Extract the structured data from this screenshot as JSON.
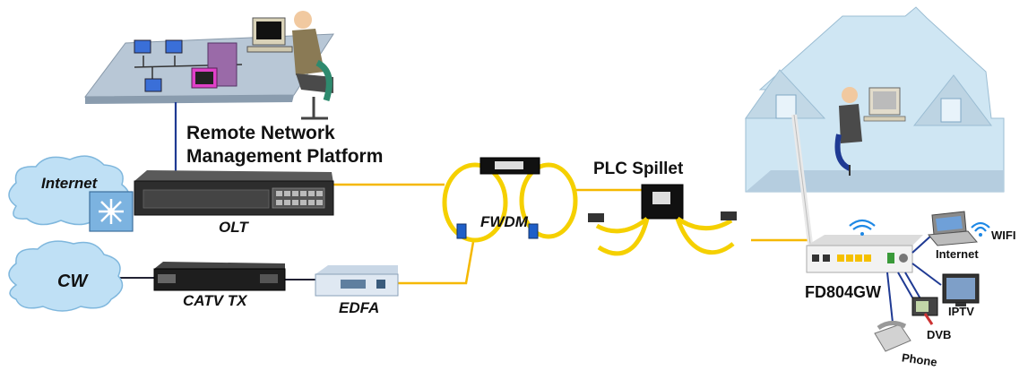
{
  "labels": {
    "remote_platform_line1": "Remote Network",
    "remote_platform_line2": "Management Platform",
    "internet_cloud": "Internet",
    "cw_cloud": "CW",
    "olt": "OLT",
    "catv_tx": "CATV TX",
    "edfa": "EDFA",
    "fwdm": "FWDM",
    "plc_splitter": "PLC Spillet",
    "onu_model": "FD804GW",
    "wifi": "WIFI",
    "internet_device": "Internet",
    "iptv": "IPTV",
    "dvb": "DVB",
    "phone": "Phone"
  },
  "colors": {
    "fiber": "#f5b800",
    "cloud_fill": "#bfe0f5",
    "cloud_stroke": "#7fb7dd",
    "house_fill": "#cfe6f3",
    "platform_fill": "#b8c7d6",
    "mgmt_link": "#1f3a93",
    "rack": "#2d2d2d"
  },
  "icons": [
    "cloud-icon",
    "router-switch-icon",
    "olt-rack-icon",
    "catv-tx-icon",
    "edfa-icon",
    "fwdm-coupler-icon",
    "plc-splitter-icon",
    "house-icon",
    "onu-router-icon",
    "laptop-icon",
    "tv-icon",
    "set-top-box-icon",
    "telephone-icon",
    "engineer-workstation-icon",
    "wifi-icon"
  ]
}
